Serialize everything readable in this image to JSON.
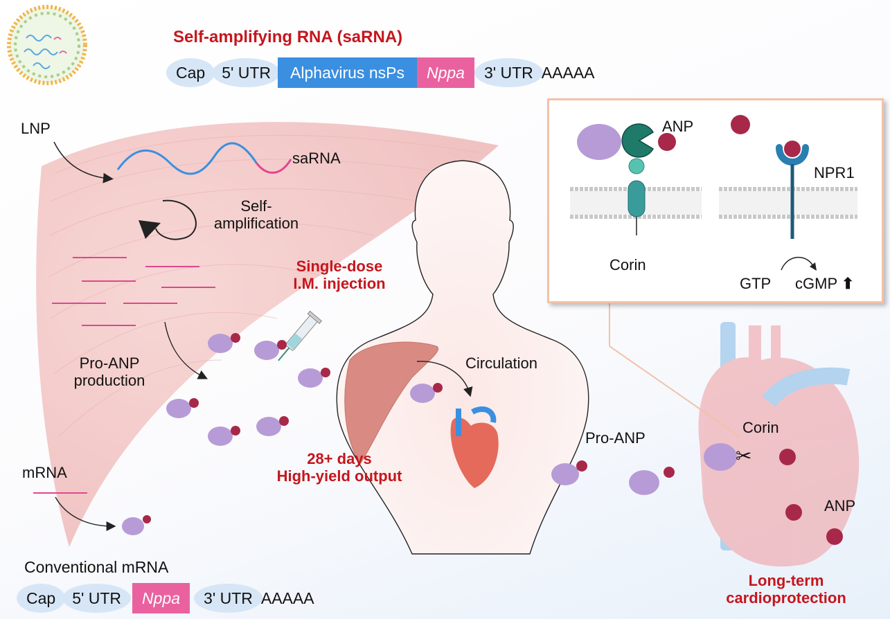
{
  "saRNA_section": {
    "title": "Self-amplifying RNA (saRNA)",
    "construct": {
      "cap": "Cap",
      "utr5": "5' UTR",
      "nsps": "Alphavirus nsPs",
      "gene": "Nppa",
      "utr3": "3' UTR",
      "polyA": "AAAAA"
    }
  },
  "mRNA_section": {
    "title": "Conventional mRNA",
    "construct": {
      "cap": "Cap",
      "utr5": "5' UTR",
      "gene": "Nppa",
      "utr3": "3' UTR",
      "polyA": "AAAAA"
    }
  },
  "labels": {
    "lnp": "LNP",
    "sarna": "saRNA",
    "self_amp_1": "Self-",
    "self_amp_2": "amplification",
    "proanp_prod_1": "Pro-ANP",
    "proanp_prod_2": "production",
    "mrna": "mRNA",
    "injection_1": "Single-dose",
    "injection_2": "I.M. injection",
    "days_1": "28+ days",
    "days_2": "High-yield output",
    "circulation": "Circulation",
    "pro_anp": "Pro-ANP",
    "heart_corin": "Corin",
    "heart_anp": "ANP",
    "outcome_1": "Long-term",
    "outcome_2": "cardioprotection"
  },
  "inset": {
    "anp": "ANP",
    "corin": "Corin",
    "npr1": "NPR1",
    "gtp": "GTP",
    "cgmp": "cGMP",
    "cgmp_arrow": "⬆"
  },
  "colors": {
    "accent_red": "#c5161d",
    "alphavirus_blue": "#3a8fe0",
    "nppa_pink": "#e9629f",
    "utr_pill": "#d6e6f6",
    "pro_anp_purple": "#b79bd6",
    "anp_crimson": "#a8284a",
    "muscle_pink": "#f3c9c7",
    "inset_border": "#f2c2a8"
  }
}
